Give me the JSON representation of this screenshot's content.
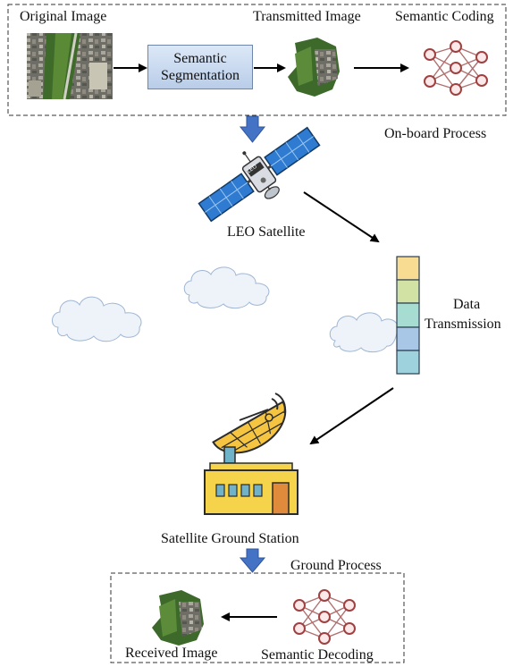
{
  "labels": {
    "original_image": "Original Image",
    "transmitted_image": "Transmitted Image",
    "semantic_coding": "Semantic Coding",
    "semantic_segmentation_line1": "Semantic",
    "semantic_segmentation_line2": "Segmentation",
    "onboard_process": "On-board Process",
    "leo_satellite": "LEO Satellite",
    "data_line1": "Data",
    "data_line2": "Transmission",
    "ground_station": "Satellite Ground Station",
    "ground_process": "Ground Process",
    "received_image": "Received Image",
    "semantic_decoding": "Semantic Decoding"
  },
  "satellite_badge": "LEO",
  "colors": {
    "process_arrow": "#4472c4",
    "segmentation_box": "#c9d9ef",
    "satellite_panel": "#2e7bd1",
    "dish": "#f5c542",
    "station_body": "#f5d34a",
    "station_door": "#e08a3c",
    "nn_node": "#a04040",
    "data_blocks": [
      "#f8dc92",
      "#d2e1a4",
      "#a6dcd2",
      "#a8c6e6",
      "#9ed2dc"
    ]
  }
}
